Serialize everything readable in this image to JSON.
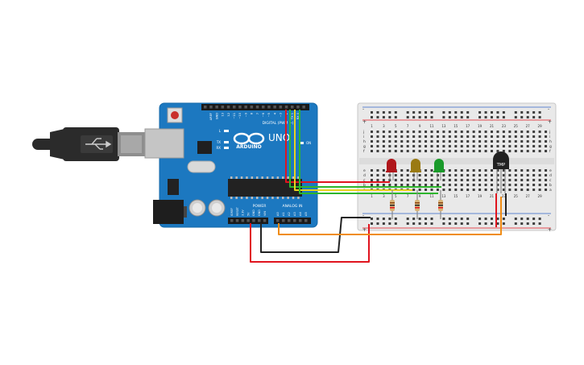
{
  "board": {
    "logo_text": "ARDUINO",
    "model": "UNO",
    "digital_label": "DIGITAL (PWM ~)",
    "power_label": "POWER",
    "analog_label": "ANALOG IN",
    "on_label": "ON",
    "led_l": "L",
    "led_tx": "TX",
    "led_rx": "RX",
    "aref": "AREF",
    "gnd": "GND",
    "power_pins": [
      "IOREF",
      "RESET",
      "3.3V",
      "5V",
      "GND",
      "GND",
      "VIN"
    ],
    "analog_pins": [
      "A0",
      "A1",
      "A2",
      "A3",
      "A4",
      "A5"
    ],
    "digital_pins": [
      "13",
      "12",
      "~11",
      "~10",
      "~9",
      "8",
      "7",
      "~6",
      "~5",
      "4",
      "~3",
      "2",
      "TX 1",
      "RX 0"
    ]
  },
  "breadboard": {
    "plus": "+",
    "minus": "-",
    "row_letters_top": [
      "j",
      "i",
      "h",
      "g",
      "f"
    ],
    "row_letters_bottom": [
      "e",
      "d",
      "c",
      "b",
      "a"
    ],
    "columns": [
      "1",
      "3",
      "5",
      "7",
      "9",
      "11",
      "13",
      "15",
      "17",
      "19",
      "21",
      "23",
      "25",
      "27",
      "29"
    ]
  },
  "components": {
    "sensor_label": "TMP",
    "leds": [
      {
        "color": "#b0161b"
      },
      {
        "color": "#9a7a12"
      },
      {
        "color": "#1a9a2a"
      }
    ]
  },
  "colors": {
    "board": "#1c78c0",
    "wire_red": "#e0141e",
    "wire_orange": "#f08c14",
    "wire_green": "#2db52d",
    "wire_yellow": "#e8d21e",
    "wire_black": "#222222"
  }
}
